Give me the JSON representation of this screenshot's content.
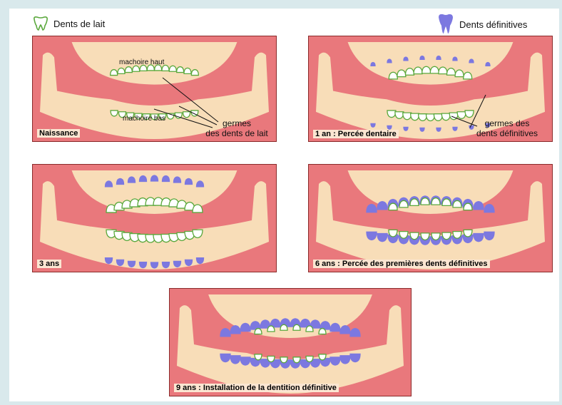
{
  "legend": {
    "baby_label": "Dents de lait",
    "permanent_label": "Dents définitives",
    "baby_color": "#5aa83c",
    "permanent_color": "#7c78e0"
  },
  "colors": {
    "gum": "#e9787c",
    "bone": "#f8ddb8",
    "panel_border": "#8a2a2a"
  },
  "panels": [
    {
      "stage": "Naissance",
      "annotations": {
        "upper_jaw": "machoire haut",
        "lower_jaw": "machoire bas",
        "germs": "germes\ndes dents de lait"
      }
    },
    {
      "stage": "1 an : Percée dentaire",
      "annotations": {
        "germs": "germes des\ndents définitives"
      }
    },
    {
      "stage": "3 ans"
    },
    {
      "stage": "6 ans : Percée des premières dents définitives"
    },
    {
      "stage": "9 ans : Installation de la dentition définitive"
    }
  ]
}
